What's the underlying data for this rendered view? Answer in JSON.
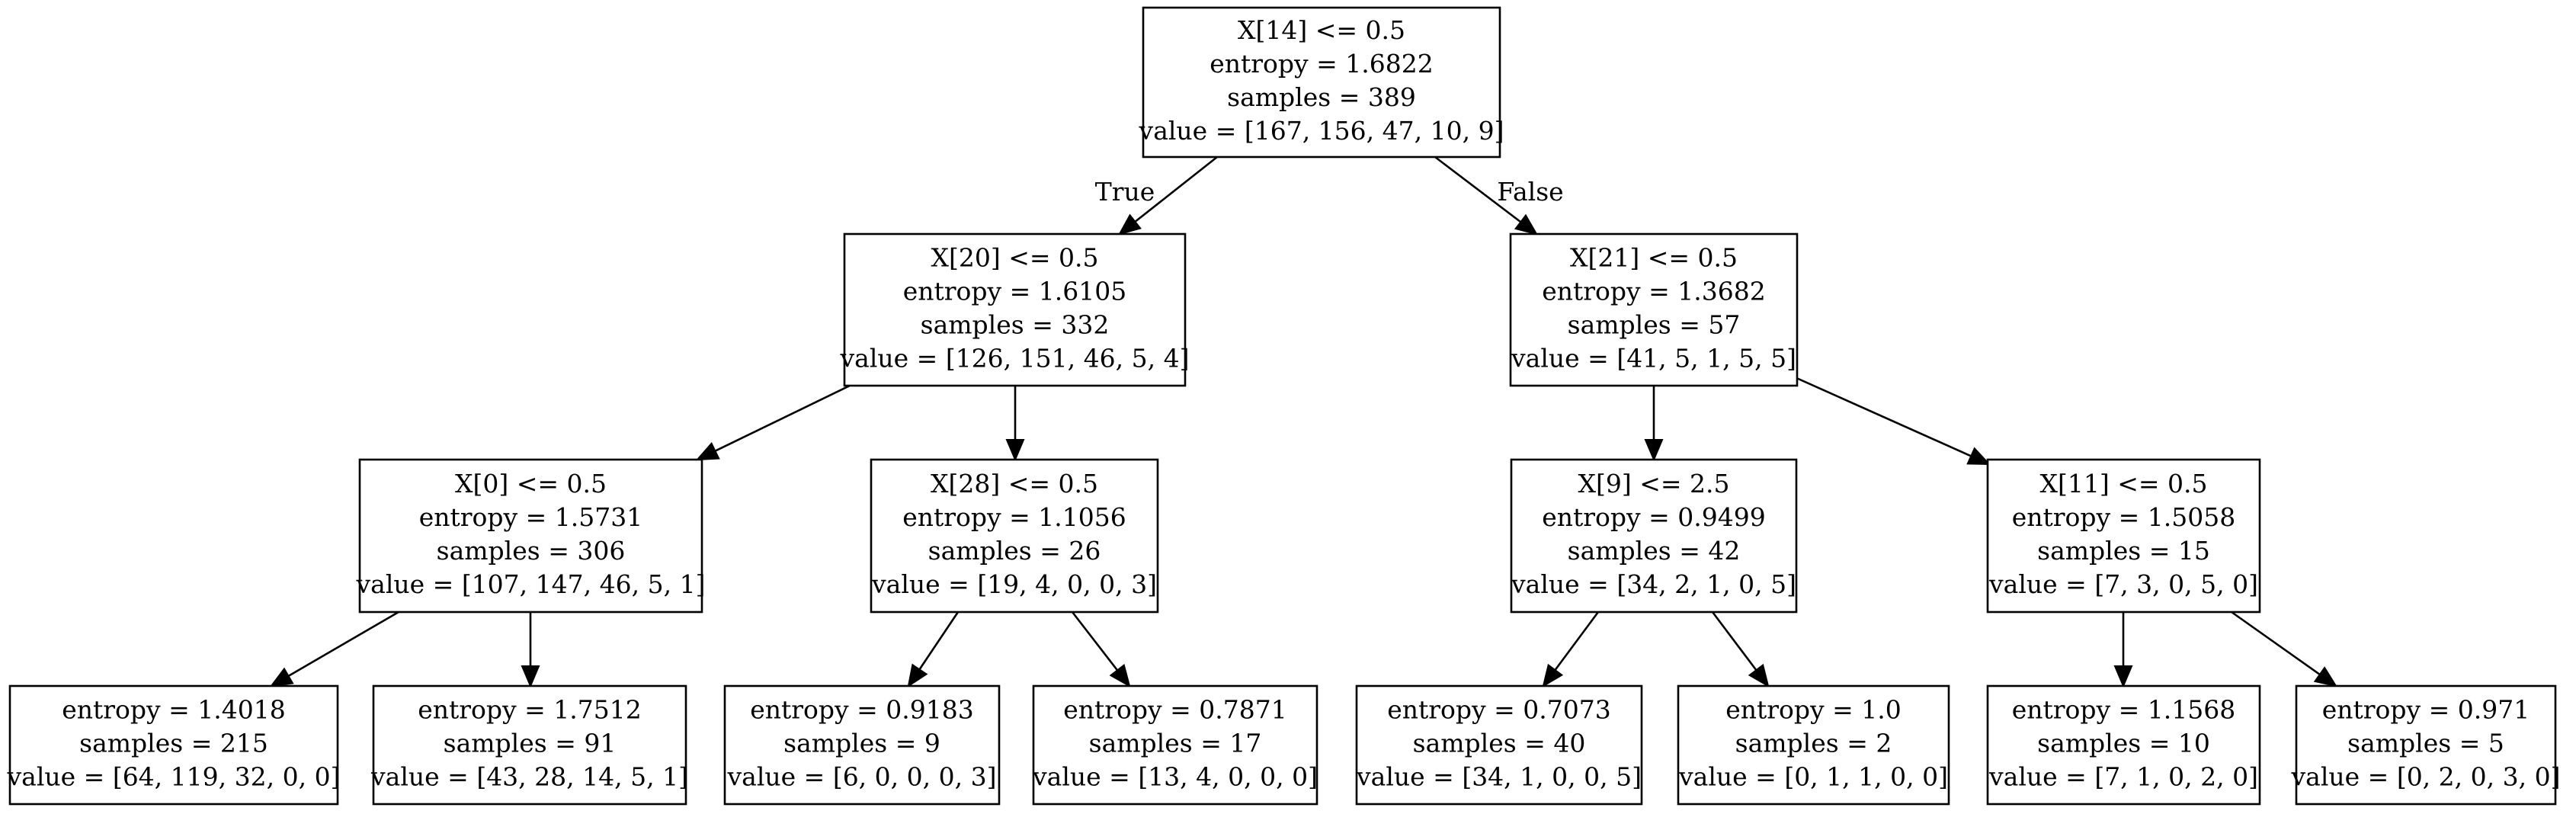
{
  "tree": {
    "nodes": [
      {
        "id": "n0",
        "lines": [
          "X[14] <= 0.5",
          "entropy = 1.6822",
          "samples = 389",
          "value = [167, 156, 47, 10, 9]"
        ]
      },
      {
        "id": "n1",
        "lines": [
          "X[20] <= 0.5",
          "entropy = 1.6105",
          "samples = 332",
          "value = [126, 151, 46, 5, 4]"
        ]
      },
      {
        "id": "n2",
        "lines": [
          "X[21] <= 0.5",
          "entropy = 1.3682",
          "samples = 57",
          "value = [41, 5, 1, 5, 5]"
        ]
      },
      {
        "id": "n3",
        "lines": [
          "X[0] <= 0.5",
          "entropy = 1.5731",
          "samples = 306",
          "value = [107, 147, 46, 5, 1]"
        ]
      },
      {
        "id": "n4",
        "lines": [
          "X[28] <= 0.5",
          "entropy = 1.1056",
          "samples = 26",
          "value = [19, 4, 0, 0, 3]"
        ]
      },
      {
        "id": "n5",
        "lines": [
          "X[9] <= 2.5",
          "entropy = 0.9499",
          "samples = 42",
          "value = [34, 2, 1, 0, 5]"
        ]
      },
      {
        "id": "n6",
        "lines": [
          "X[11] <= 0.5",
          "entropy = 1.5058",
          "samples = 15",
          "value = [7, 3, 0, 5, 0]"
        ]
      },
      {
        "id": "n7",
        "lines": [
          "entropy = 1.4018",
          "samples = 215",
          "value = [64, 119, 32, 0, 0]"
        ]
      },
      {
        "id": "n8",
        "lines": [
          "entropy = 1.7512",
          "samples = 91",
          "value = [43, 28, 14, 5, 1]"
        ]
      },
      {
        "id": "n9",
        "lines": [
          "entropy = 0.9183",
          "samples = 9",
          "value = [6, 0, 0, 0, 3]"
        ]
      },
      {
        "id": "n10",
        "lines": [
          "entropy = 0.7871",
          "samples = 17",
          "value = [13, 4, 0, 0, 0]"
        ]
      },
      {
        "id": "n11",
        "lines": [
          "entropy = 0.7073",
          "samples = 40",
          "value = [34, 1, 0, 0, 5]"
        ]
      },
      {
        "id": "n12",
        "lines": [
          "entropy = 1.0",
          "samples = 2",
          "value = [0, 1, 1, 0, 0]"
        ]
      },
      {
        "id": "n13",
        "lines": [
          "entropy = 1.1568",
          "samples = 10",
          "value = [7, 1, 0, 2, 0]"
        ]
      },
      {
        "id": "n14",
        "lines": [
          "entropy = 0.971",
          "samples = 5",
          "value = [0, 2, 0, 3, 0]"
        ]
      }
    ],
    "edges": [
      {
        "from": "n0",
        "to": "n1",
        "label": "True"
      },
      {
        "from": "n0",
        "to": "n2",
        "label": "False"
      },
      {
        "from": "n1",
        "to": "n3",
        "label": ""
      },
      {
        "from": "n1",
        "to": "n4",
        "label": ""
      },
      {
        "from": "n2",
        "to": "n5",
        "label": ""
      },
      {
        "from": "n2",
        "to": "n6",
        "label": ""
      },
      {
        "from": "n3",
        "to": "n7",
        "label": ""
      },
      {
        "from": "n3",
        "to": "n8",
        "label": ""
      },
      {
        "from": "n4",
        "to": "n9",
        "label": ""
      },
      {
        "from": "n4",
        "to": "n10",
        "label": ""
      },
      {
        "from": "n5",
        "to": "n11",
        "label": ""
      },
      {
        "from": "n5",
        "to": "n12",
        "label": ""
      },
      {
        "from": "n6",
        "to": "n13",
        "label": ""
      },
      {
        "from": "n6",
        "to": "n14",
        "label": ""
      }
    ]
  }
}
